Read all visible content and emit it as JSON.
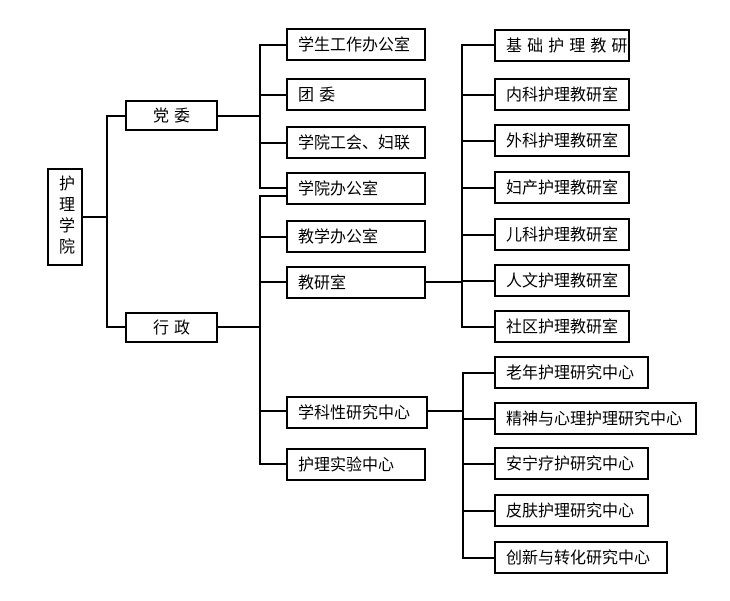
{
  "root": {
    "label": "护理学院"
  },
  "branches": {
    "party": {
      "label": "党 委",
      "children": [
        "学生工作办公室",
        "团  委",
        "学院工会、妇联"
      ]
    },
    "admin": {
      "label": "行 政",
      "children": [
        "学院办公室",
        "教学办公室",
        "教研室",
        "学科性研究中心",
        "护理实验中心"
      ]
    }
  },
  "teaching_offices": [
    "基 础 护 理 教 研",
    "内科护理教研室",
    "外科护理教研室",
    "妇产护理教研室",
    "儿科护理教研室",
    "人文护理教研室",
    "社区护理教研室"
  ],
  "research_centers": [
    "老年护理研究中心",
    "精神与心理护理研究中心",
    "安宁疗护研究中心",
    "皮肤护理研究中心",
    "创新与转化研究中心"
  ]
}
